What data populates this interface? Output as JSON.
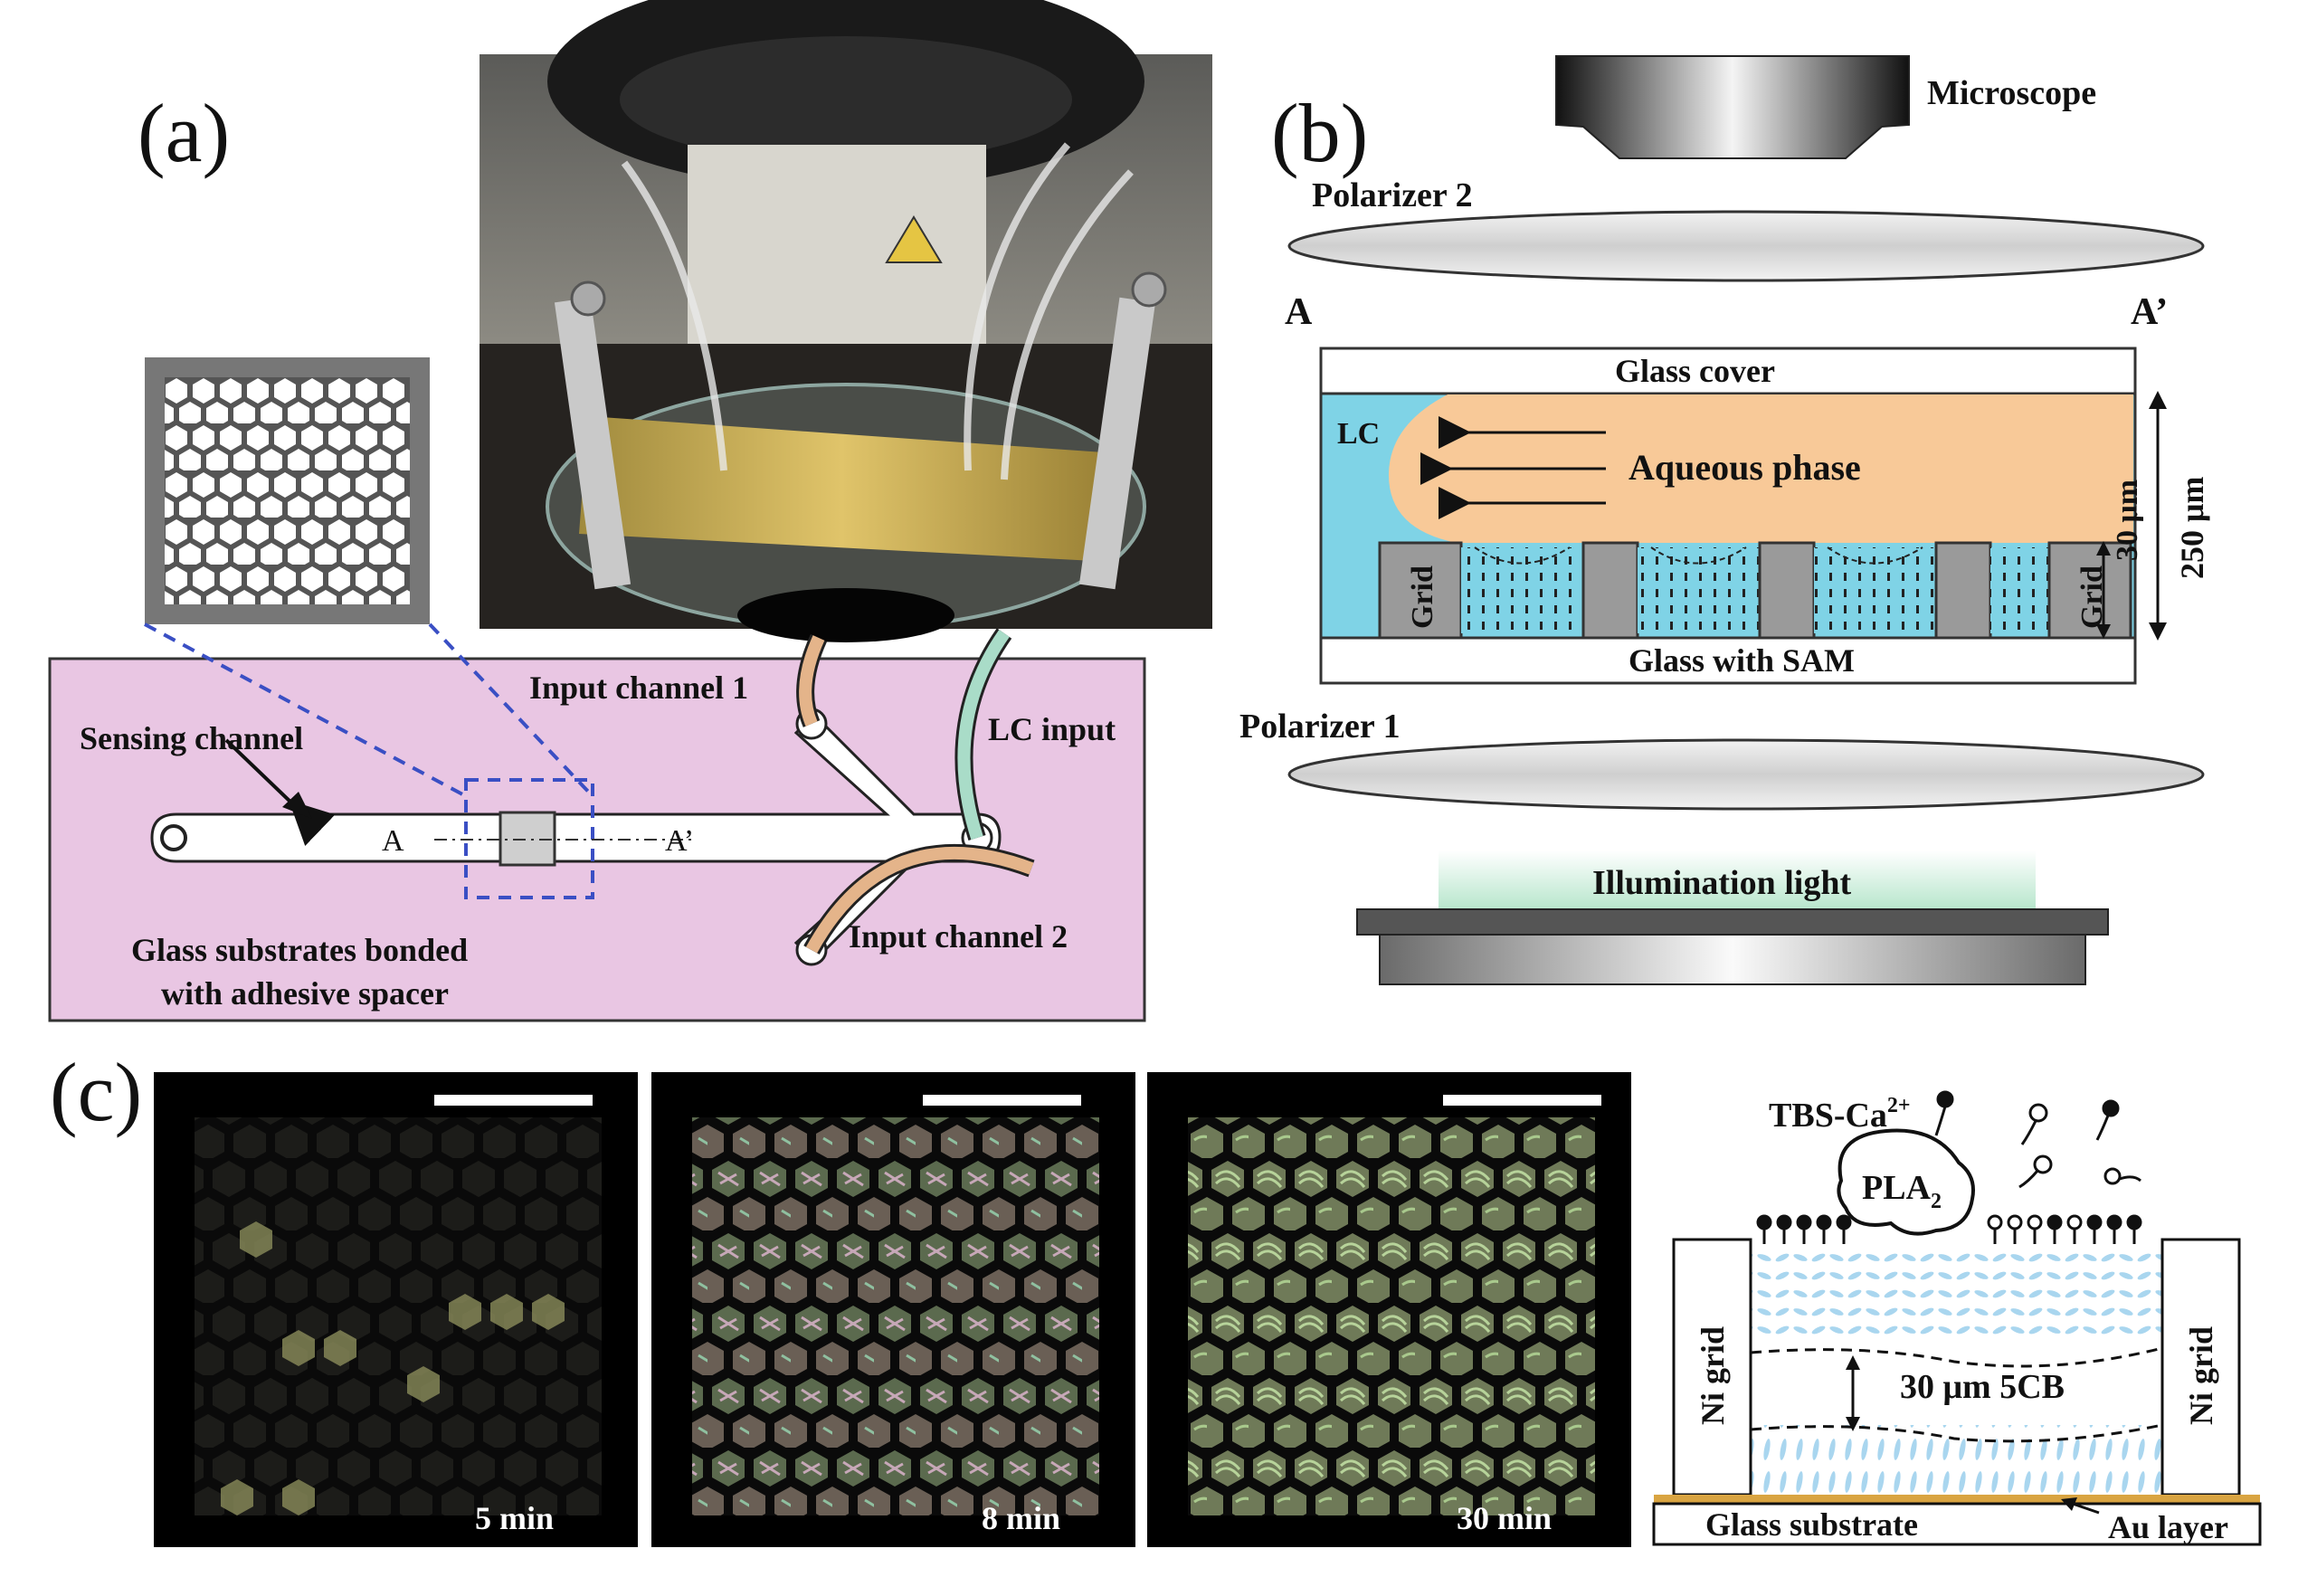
{
  "panel_a": {
    "label": "(a)",
    "sensing_channel": "Sensing channel",
    "input_channel_1": "Input channel 1",
    "input_channel_2": "Input channel 2",
    "lc_input": "LC input",
    "marker_a": "A",
    "marker_a_prime": "A’",
    "substrate_line1": "Glass substrates bonded",
    "substrate_line2": "with adhesive spacer"
  },
  "panel_b": {
    "label": "(b)",
    "microscope": "Microscope",
    "polarizer_2": "Polarizer 2",
    "polarizer_1": "Polarizer 1",
    "marker_a": "A",
    "marker_a_prime": "A’",
    "glass_cover": "Glass cover",
    "lc": "LC",
    "aqueous_phase": "Aqueous phase",
    "grid": "Grid",
    "glass_with_sam": "Glass with SAM",
    "thickness_250": "250 μm",
    "thickness_30": "30 μm",
    "illumination": "Illumination light"
  },
  "panel_c": {
    "label": "(c)",
    "time_1": "5 min",
    "time_2": "8 min",
    "time_3": "30 min",
    "enzyme_main": "PLA",
    "enzyme_sub": "2",
    "tbs_main": "TBS-Ca",
    "tbs_sup": "2+",
    "ni_grid": "Ni grid",
    "thickness": "30 μm 5CB",
    "glass_substrate": "Glass substrate",
    "au_layer": "Au layer"
  },
  "colors": {
    "chip_pink": "#e9c6e3",
    "lc_blue": "#7fd3e6",
    "aqueous_orange": "#f8c998",
    "tube_tan": "#e4b48a",
    "tube_teal": "#a9dcc8",
    "au_gold": "#d9a441",
    "lc_molecule": "#a9d6ef"
  }
}
